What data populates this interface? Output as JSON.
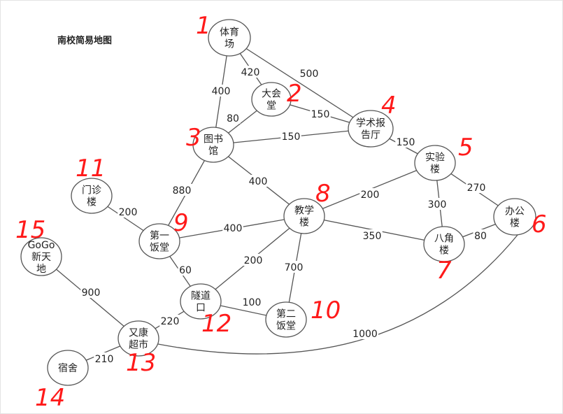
{
  "title": "南校简易地图",
  "colors": {
    "node_stroke": "#555555",
    "edge_stroke": "#555555",
    "annotation": "#ff1a1a",
    "text": "#222222"
  },
  "nodes": [
    {
      "id": "n1",
      "lines": [
        "体育",
        "场"
      ],
      "tag": "1"
    },
    {
      "id": "n2",
      "lines": [
        "大会",
        "堂"
      ],
      "tag": "2"
    },
    {
      "id": "n3",
      "lines": [
        "图书",
        "馆"
      ],
      "tag": "3"
    },
    {
      "id": "n4",
      "lines": [
        "学术报",
        "告厅"
      ],
      "tag": "4"
    },
    {
      "id": "n5",
      "lines": [
        "实验",
        "楼"
      ],
      "tag": "5"
    },
    {
      "id": "n6",
      "lines": [
        "办公",
        "楼"
      ],
      "tag": "6"
    },
    {
      "id": "n7",
      "lines": [
        "八角",
        "楼"
      ],
      "tag": "7"
    },
    {
      "id": "n8",
      "lines": [
        "教学",
        "楼"
      ],
      "tag": "8"
    },
    {
      "id": "n9",
      "lines": [
        "第一",
        "饭堂"
      ],
      "tag": "9"
    },
    {
      "id": "n10",
      "lines": [
        "第二",
        "饭堂"
      ],
      "tag": "10"
    },
    {
      "id": "n11",
      "lines": [
        "门诊",
        "楼"
      ],
      "tag": "11"
    },
    {
      "id": "n12",
      "lines": [
        "隧道",
        "口"
      ],
      "tag": "12"
    },
    {
      "id": "n13",
      "lines": [
        "又康",
        "超市"
      ],
      "tag": "13"
    },
    {
      "id": "n14",
      "lines": [
        "宿舍"
      ],
      "tag": "14"
    },
    {
      "id": "n15",
      "lines": [
        "GoGo",
        "新天",
        "地"
      ],
      "tag": "15"
    }
  ],
  "edges": [
    {
      "from": "n1",
      "to": "n2",
      "label": "420"
    },
    {
      "from": "n1",
      "to": "n3",
      "label": "400"
    },
    {
      "from": "n1",
      "to": "n4",
      "label": "500"
    },
    {
      "from": "n2",
      "to": "n3",
      "label": "80"
    },
    {
      "from": "n2",
      "to": "n4",
      "label": "150"
    },
    {
      "from": "n3",
      "to": "n4",
      "label": "150"
    },
    {
      "from": "n4",
      "to": "n5",
      "label": "150"
    },
    {
      "from": "n3",
      "to": "n8",
      "label": "400"
    },
    {
      "from": "n3",
      "to": "n9",
      "label": "880"
    },
    {
      "from": "n5",
      "to": "n6",
      "label": "270"
    },
    {
      "from": "n5",
      "to": "n7",
      "label": "300"
    },
    {
      "from": "n5",
      "to": "n8",
      "label": "200"
    },
    {
      "from": "n6",
      "to": "n7",
      "label": "80"
    },
    {
      "from": "n8",
      "to": "n7",
      "label": "350"
    },
    {
      "from": "n8",
      "to": "n9",
      "label": "400"
    },
    {
      "from": "n8",
      "to": "n12",
      "label": "200"
    },
    {
      "from": "n8",
      "to": "n10",
      "label": "700"
    },
    {
      "from": "n11",
      "to": "n9",
      "label": "200"
    },
    {
      "from": "n9",
      "to": "n12",
      "label": "60"
    },
    {
      "from": "n12",
      "to": "n10",
      "label": "100"
    },
    {
      "from": "n12",
      "to": "n13",
      "label": "220"
    },
    {
      "from": "n15",
      "to": "n13",
      "label": "900"
    },
    {
      "from": "n14",
      "to": "n13",
      "label": "210"
    },
    {
      "from": "n13",
      "to": "n6",
      "label": "1000"
    }
  ]
}
